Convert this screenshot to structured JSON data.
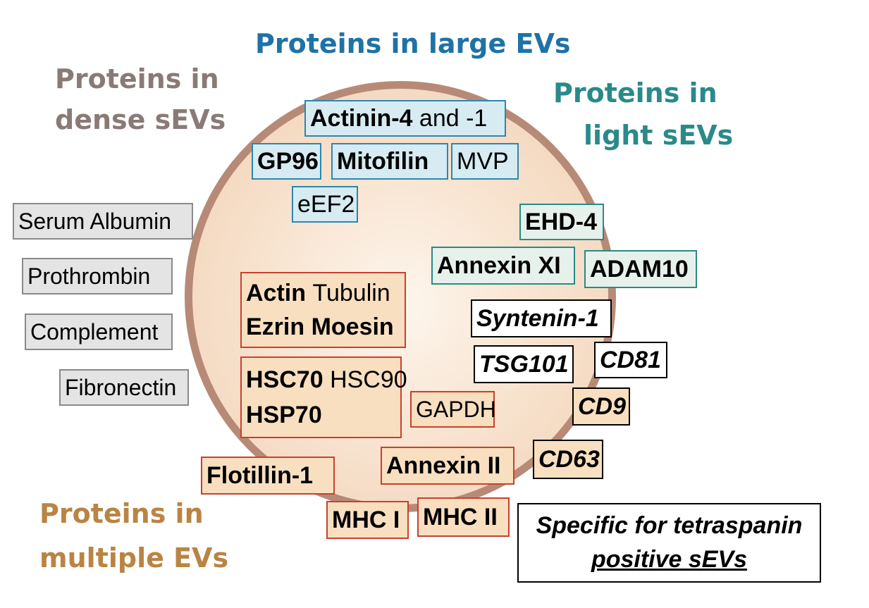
{
  "headers": {
    "large": "Proteins in large EVs",
    "dense_l1": "Proteins in",
    "dense_l2": "dense sEVs",
    "light_l1": "Proteins in",
    "light_l2": "light sEVs",
    "multi_l1": "Proteins in",
    "multi_l2": "multiple EVs"
  },
  "large_ev_boxes": {
    "actinin_bold": "Actinin-4",
    "actinin_rest": "and -1",
    "gp96": "GP96",
    "mitofilin": "Mitofilin",
    "mvp": "MVP",
    "eef2": "eEF2"
  },
  "dense_sev_boxes": [
    "Serum Albumin",
    "Prothrombin",
    "Complement",
    "Fibronectin"
  ],
  "light_sev_boxes": {
    "ehd4": "EHD-4",
    "annexin_xi": "Annexin XI",
    "adam10": "ADAM10"
  },
  "multiple_ev_boxes": {
    "actin": "Actin",
    "tubulin": "Tubulin",
    "ezrin": "Ezrin",
    "moesin": "Moesin",
    "hsc70": "HSC70",
    "hsc90": "HSC90",
    "hsp70": "HSP70",
    "gapdh": "GAPDH",
    "flotillin": "Flotillin-1",
    "annexin_ii": "Annexin II",
    "mhc1": "MHC I",
    "mhc2": "MHC II"
  },
  "tetraspanin_boxes": {
    "syntenin": "Syntenin-1",
    "tsg101": "TSG101",
    "cd81": "CD81",
    "cd9": "CD9",
    "cd63": "CD63"
  },
  "note": {
    "line1": "Specific for tetraspanin",
    "line2": "positive sEVs"
  },
  "colors": {
    "large": "#1f72a6",
    "dense": "#8a7a76",
    "light": "#2a8a8a",
    "multiple": "#b98443",
    "circle_border": "#b78a77"
  }
}
